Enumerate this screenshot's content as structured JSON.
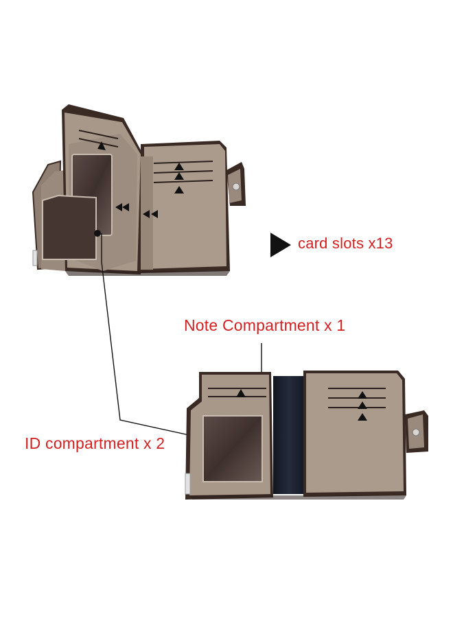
{
  "labels": {
    "card_slots": "card slots x13",
    "note_compartment": "Note Compartment x 1",
    "id_compartment": "ID compartment x 2"
  },
  "colors": {
    "label": "#d42020",
    "leather": "#a8988a",
    "leather_dark": "#8f7f72",
    "edge": "#3a2a24",
    "window": "#4a3a36",
    "lining": "#1d2230"
  },
  "icons": [
    "triangle-marker-icon",
    "slot-arrow-icon"
  ]
}
